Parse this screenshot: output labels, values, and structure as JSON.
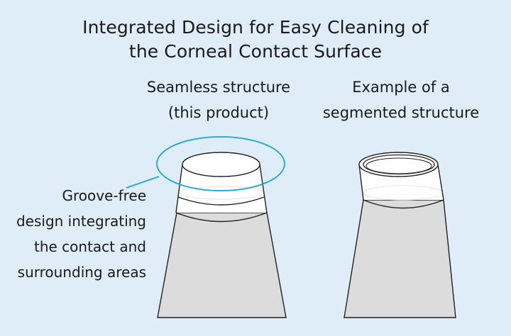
{
  "title": {
    "line1": "Integrated Design for Easy Cleaning of",
    "line2": "the Corneal Contact Surface"
  },
  "products": {
    "left_label": [
      "Seamless structure",
      "(this product)"
    ],
    "right_label": [
      "Example of a",
      "segmented structure"
    ]
  },
  "callout": {
    "lines": [
      "Groove-free",
      "design integrating",
      "the contact and",
      "surrounding areas"
    ]
  },
  "colors": {
    "background": "#deedf8",
    "body_fill": "#dcdcdc",
    "tip_fill": "#ffffff",
    "outline": "#222222",
    "highlight": "#1aa6d6"
  }
}
